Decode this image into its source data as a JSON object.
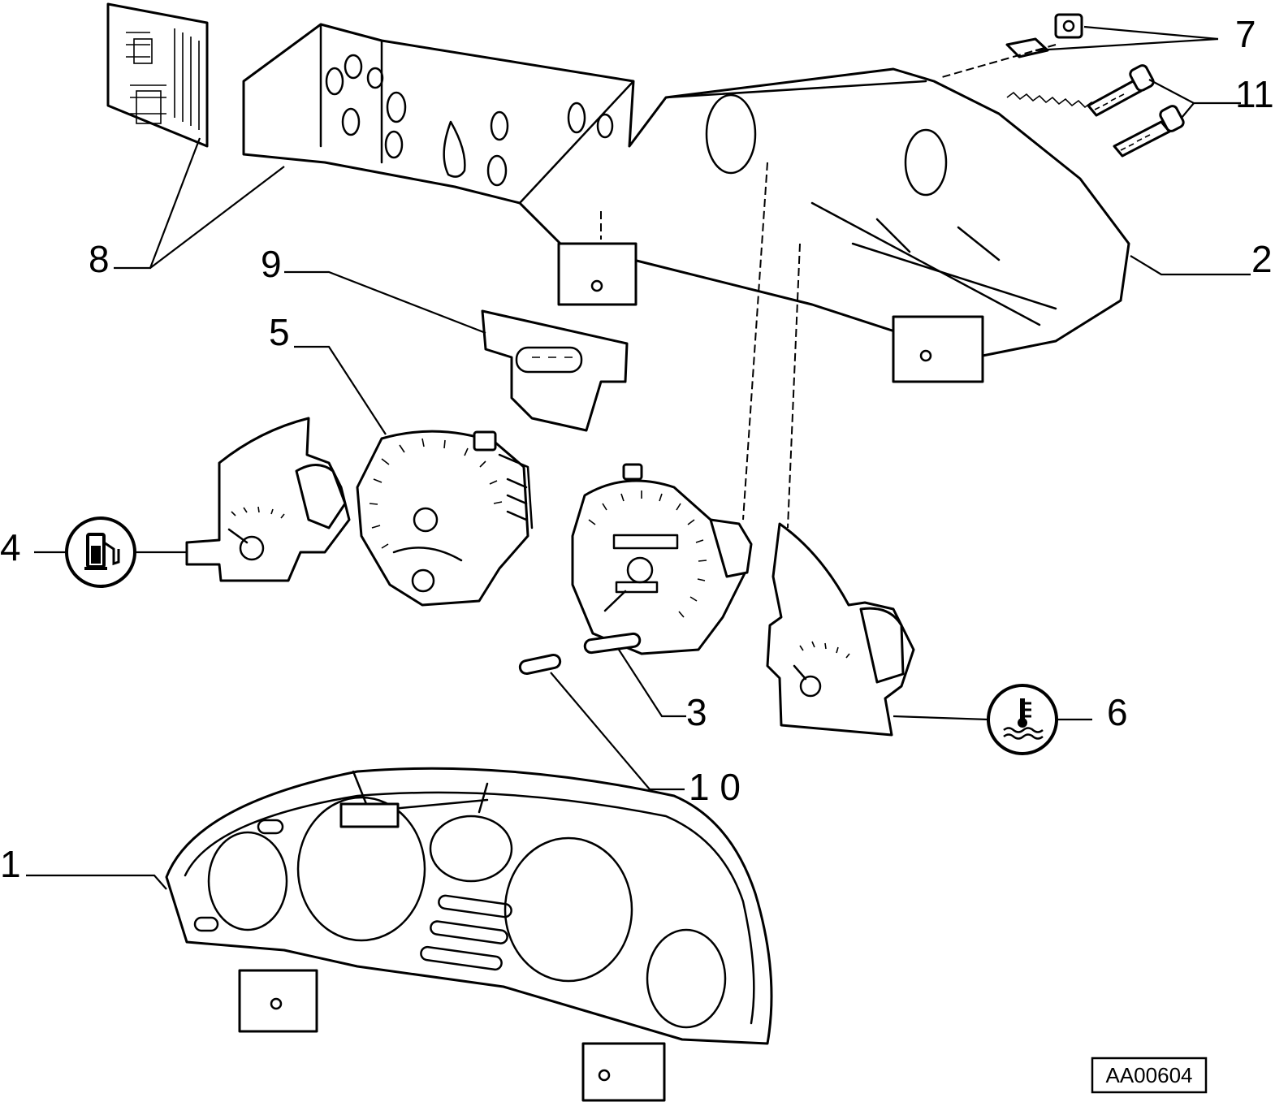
{
  "callouts": {
    "c1": "1",
    "c2": "2",
    "c3": "3",
    "c4": "4",
    "c5": "5",
    "c6": "6",
    "c7": "7",
    "c8": "8",
    "c9": "9",
    "c10": "1 0",
    "c11": "11"
  },
  "drawing_code": "AA00604",
  "symbols": {
    "fuel": "fuel-pump-icon",
    "coolant": "coolant-temperature-icon"
  }
}
